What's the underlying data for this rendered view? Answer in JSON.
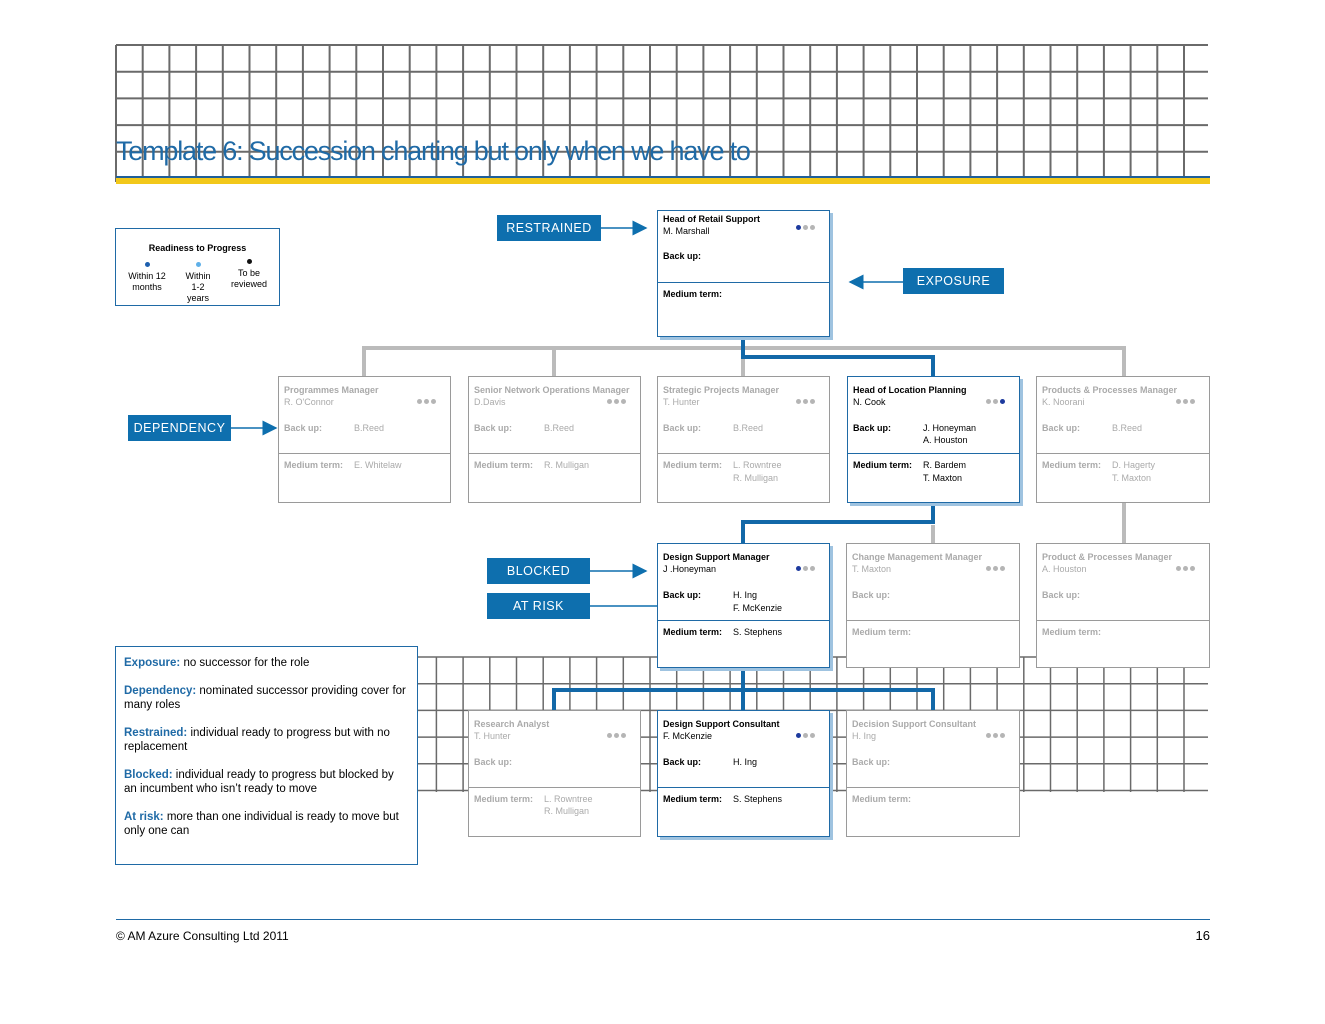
{
  "title": "Template 6: Succession charting but only when we have to",
  "legend": {
    "heading": "Readiness to Progress",
    "items": [
      {
        "label": "Within 12 months",
        "color": "#1d5fae"
      },
      {
        "label": "Within 1-2 years",
        "color": "#5fb0e8"
      },
      {
        "label": "To be reviewed",
        "color": "#111111"
      }
    ]
  },
  "tags": {
    "restrained": "RESTRAINED",
    "exposure": "EXPOSURE",
    "dependency": "DEPENDENCY",
    "blocked": "BLOCKED",
    "at_risk": "AT RISK"
  },
  "labels": {
    "backup": "Back up:",
    "medium": "Medium term:"
  },
  "roles": {
    "head_retail": {
      "title": "Head of Retail Support",
      "name": "M. Marshall",
      "backup": "",
      "medium": ""
    },
    "programmes": {
      "title": "Programmes Manager",
      "name": "R. O'Connor",
      "backup": "B.Reed",
      "medium": "E. Whitelaw"
    },
    "senior_network": {
      "title": "Senior Network Operations Manager",
      "name": "D.Davis",
      "backup": "B.Reed",
      "medium": "R. Mulligan"
    },
    "strategic": {
      "title": "Strategic Projects Manager",
      "name": "T. Hunter",
      "backup": "B.Reed",
      "medium1": "L. Rowntree",
      "medium2": "R. Mulligan"
    },
    "head_location": {
      "title": "Head of Location Planning",
      "name": "N. Cook",
      "backup1": "J. Honeyman",
      "backup2": "A. Houston",
      "medium1": "R. Bardem",
      "medium2": "T. Maxton"
    },
    "products1": {
      "title": "Products & Processes Manager",
      "name": "K. Noorani",
      "backup": "B.Reed",
      "medium1": "D. Hagerty",
      "medium2": "T. Maxton"
    },
    "design_mgr": {
      "title": "Design Support Manager",
      "name": "J .Honeyman",
      "backup1": "H. Ing",
      "backup2": "F. McKenzie",
      "medium": "S. Stephens"
    },
    "change_mgr": {
      "title": "Change Management Manager",
      "name": "T. Maxton",
      "backup": "",
      "medium": ""
    },
    "products2": {
      "title": "Product & Processes Manager",
      "name": "A. Houston",
      "backup": "",
      "medium": ""
    },
    "research": {
      "title": "Research Analyst",
      "name": "T. Hunter",
      "backup": "",
      "medium1": "L. Rowntree",
      "medium2": "R. Mulligan"
    },
    "design_cons": {
      "title": "Design Support Consultant",
      "name": "F. McKenzie",
      "backup": "H. Ing",
      "medium": "S. Stephens"
    },
    "decision": {
      "title": "Decision Support Consultant",
      "name": "H. Ing",
      "backup": "",
      "medium": ""
    }
  },
  "definitions": [
    {
      "term": "Exposure:",
      "text": " no successor for the role"
    },
    {
      "term": "Dependency:",
      "text": " nominated successor providing cover for many roles"
    },
    {
      "term": "Restrained:",
      "text": " individual ready to progress but with no replacement"
    },
    {
      "term": "Blocked:",
      "text": " individual ready to progress but blocked by an incumbent who isn’t ready to move"
    },
    {
      "term": "At risk:",
      "text": " more than one individual is ready to move but only one can"
    }
  ],
  "footer": {
    "copyright": "© AM Azure Consulting Ltd 2011",
    "page": "16"
  },
  "colors": {
    "accent": "#0e6fae",
    "title": "#1f6aa6",
    "gold": "#f2c81a",
    "grid": "#6a6a6a",
    "connector_active": "#1268a8",
    "connector_inactive": "#bbbbbb"
  }
}
